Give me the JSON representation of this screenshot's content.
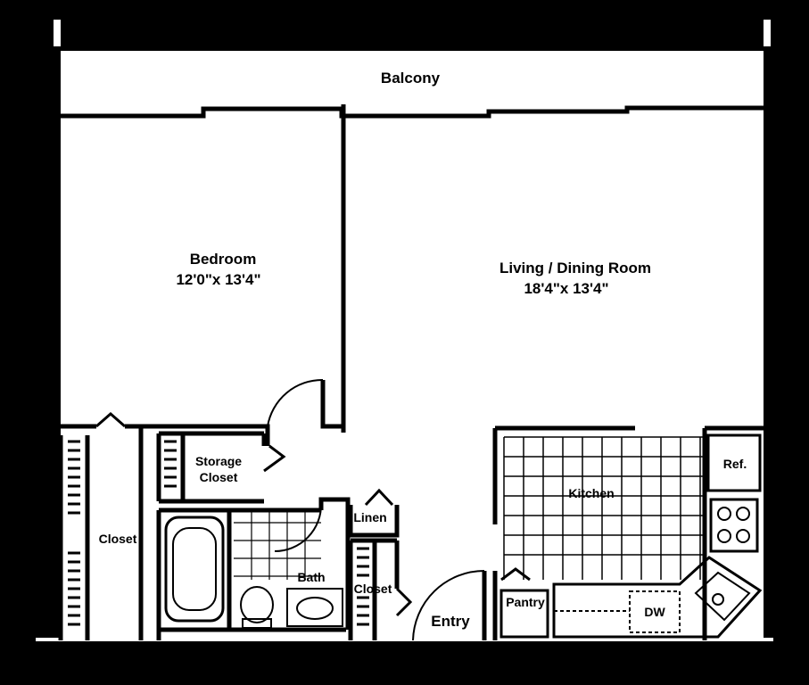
{
  "floorplan": {
    "colors": {
      "wall": "#000000",
      "floor": "#ffffff"
    },
    "rooms": {
      "balcony": "Balcony",
      "bedroom": {
        "name": "Bedroom",
        "dims": "12'0\"x 13'4\""
      },
      "living": {
        "name": "Living / Dining Room",
        "dims": "18'4\"x 13'4\""
      },
      "storage_closet": {
        "line1": "Storage",
        "line2": "Closet"
      },
      "bedroom_closet": "Closet",
      "linen": "Linen",
      "bath": "Bath",
      "hall_closet": "Closet",
      "entry": "Entry",
      "kitchen": "Kitchen",
      "pantry": "Pantry",
      "refrigerator": "Ref.",
      "dishwasher": "DW"
    }
  }
}
